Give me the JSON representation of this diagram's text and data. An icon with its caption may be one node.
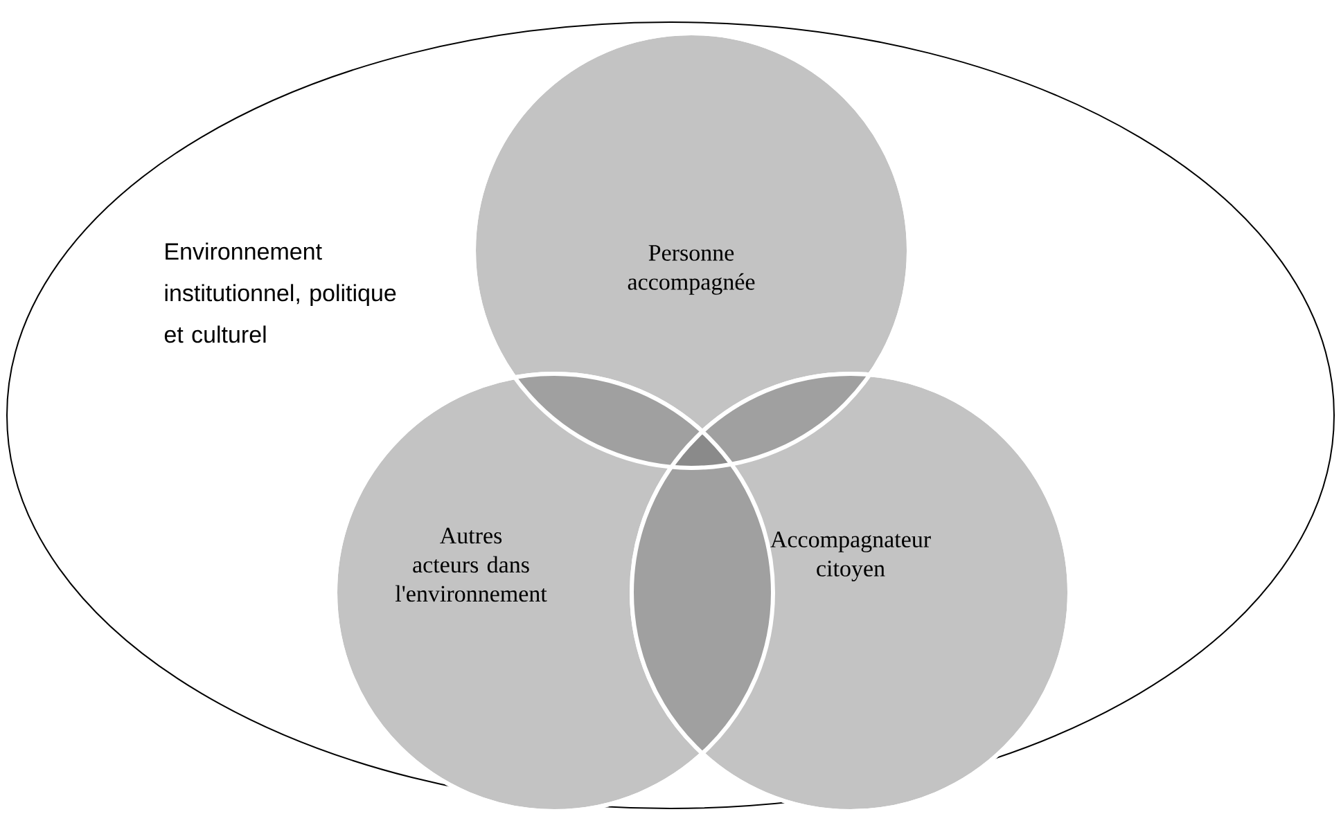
{
  "diagram": {
    "nodes": [
      {
        "text": [
          "Environnement institutionnel, politique et culturel"
        ]
      },
      {
        "text": [
          "Personne accompagnée"
        ],
        "in": 0
      },
      {
        "text": [
          "Autres acteurs dans l'environnement"
        ],
        "in": 0
      },
      {
        "text": [
          "Accompagnateur citoyen"
        ],
        "in": 0
      }
    ]
  }
}
